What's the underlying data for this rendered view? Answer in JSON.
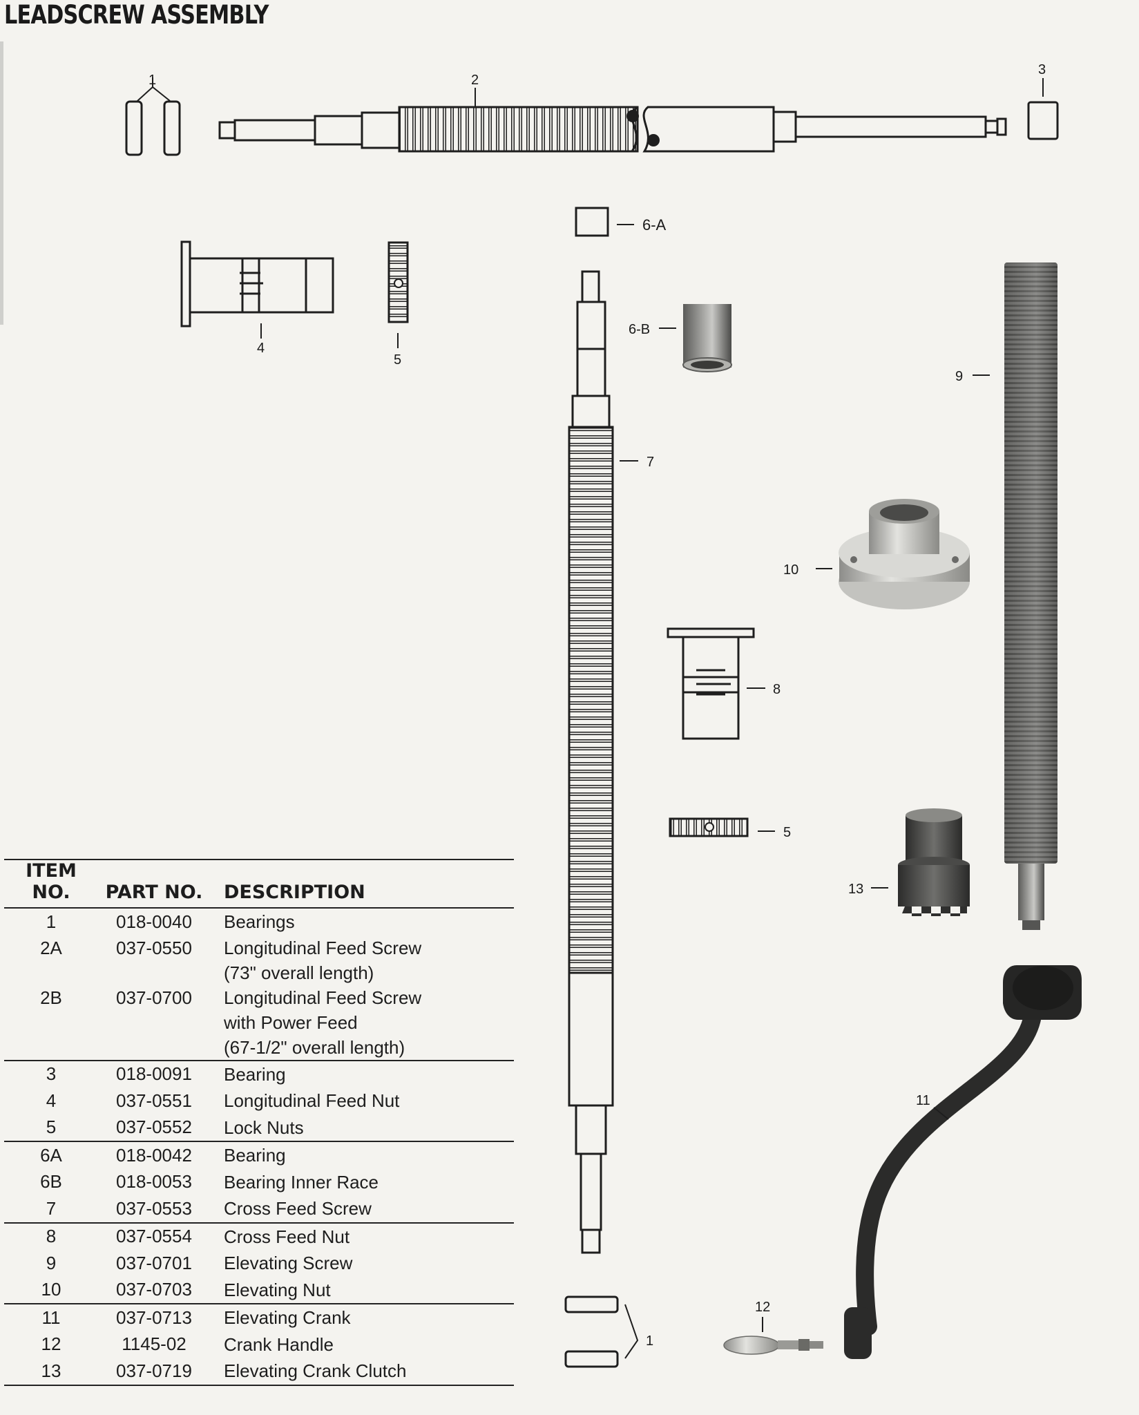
{
  "title": "LEADSCREW ASSEMBLY",
  "callouts": {
    "c1_top": "1",
    "c2": "2",
    "c3": "3",
    "c4": "4",
    "c5_left": "5",
    "c6a": "6-A",
    "c6b": "6-B",
    "c7": "7",
    "c8": "8",
    "c9": "9",
    "c10": "10",
    "c5_right": "5",
    "c13": "13",
    "c11": "11",
    "c12": "12",
    "c1_bottom": "1"
  },
  "table": {
    "headers": {
      "item": "ITEM NO.",
      "part": "PART NO.",
      "desc": "DESCRIPTION"
    },
    "rows": [
      {
        "item": "1",
        "part": "018-0040",
        "desc": [
          "Bearings"
        ]
      },
      {
        "item": "2A",
        "part": "037-0550",
        "desc": [
          "Longitudinal Feed Screw",
          "(73\" overall length)"
        ]
      },
      {
        "item": "2B",
        "part": "037-0700",
        "desc": [
          "Longitudinal Feed Screw",
          "with Power Feed",
          "(67-1/2\" overall length)"
        ]
      },
      {
        "item": "3",
        "part": "018-0091",
        "desc": [
          "Bearing"
        ]
      },
      {
        "item": "4",
        "part": "037-0551",
        "desc": [
          "Longitudinal Feed Nut"
        ]
      },
      {
        "item": "5",
        "part": "037-0552",
        "desc": [
          "Lock Nuts"
        ]
      },
      {
        "item": "6A",
        "part": "018-0042",
        "desc": [
          "Bearing"
        ]
      },
      {
        "item": "6B",
        "part": "018-0053",
        "desc": [
          "Bearing Inner Race"
        ]
      },
      {
        "item": "7",
        "part": "037-0553",
        "desc": [
          "Cross Feed Screw"
        ]
      },
      {
        "item": "8",
        "part": "037-0554",
        "desc": [
          "Cross Feed Nut"
        ]
      },
      {
        "item": "9",
        "part": "037-0701",
        "desc": [
          "Elevating Screw"
        ]
      },
      {
        "item": "10",
        "part": "037-0703",
        "desc": [
          "Elevating Nut"
        ]
      },
      {
        "item": "11",
        "part": "037-0713",
        "desc": [
          "Elevating Crank"
        ]
      },
      {
        "item": "12",
        "part": "1145-02",
        "desc": [
          "Crank Handle"
        ]
      },
      {
        "item": "13",
        "part": "037-0719",
        "desc": [
          "Elevating Crank Clutch"
        ]
      }
    ]
  }
}
